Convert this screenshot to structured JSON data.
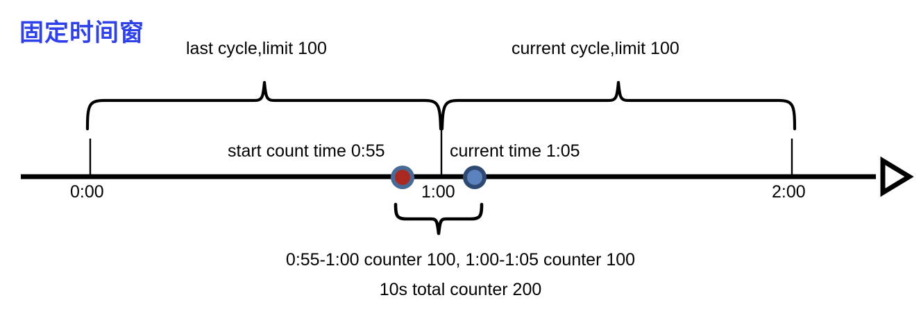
{
  "title": "固定时间窗",
  "colors": {
    "title": "#2F41E8",
    "line": "#000000",
    "start_marker_fill": "#A82A20",
    "start_marker_ring": "#4A6A96",
    "current_marker_fill": "#5B81BF",
    "current_marker_ring": "#2E4A73"
  },
  "brackets": [
    {
      "label": "last cycle,limit 100"
    },
    {
      "label": "current cycle,limit 100"
    }
  ],
  "markers": [
    {
      "label": "start count time 0:55",
      "name": "start-count-time"
    },
    {
      "label": "current time 1:05",
      "name": "current-time"
    }
  ],
  "axis": {
    "ticks": [
      {
        "label": "0:00"
      },
      {
        "label": "1:00"
      },
      {
        "label": "2:00"
      }
    ]
  },
  "summary": {
    "line1": "0:55-1:00 counter 100, 1:00-1:05 counter 100",
    "line2": "10s total counter 200"
  }
}
